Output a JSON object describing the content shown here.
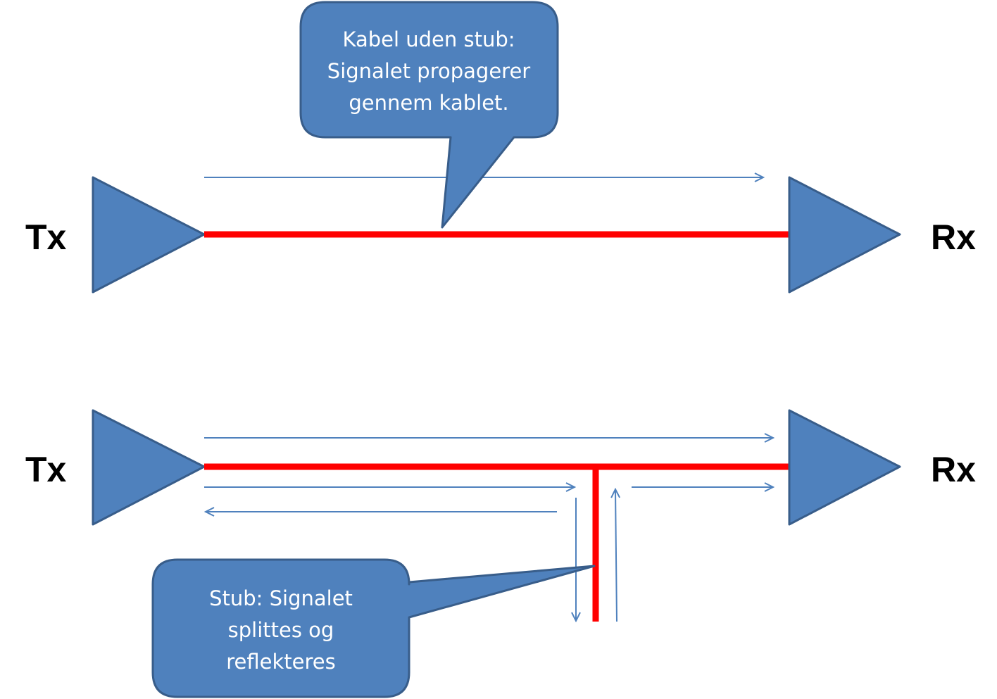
{
  "colors": {
    "shape_fill": "#4f81bd",
    "shape_stroke": "#385d8a",
    "cable": "#ff0000",
    "arrow": "#4f81bd",
    "callout_text": "#ffffff",
    "label_text": "#000000"
  },
  "top_diagram": {
    "tx_label": "Tx",
    "rx_label": "Rx",
    "callout": {
      "lines": [
        "Kabel uden stub:",
        "Signalet propagerer",
        "gennem kablet."
      ]
    },
    "arrows": [
      {
        "name": "forward-signal",
        "direction": "right"
      }
    ]
  },
  "bottom_diagram": {
    "tx_label": "Tx",
    "rx_label": "Rx",
    "callout": {
      "lines": [
        "Stub: Signalet",
        "splittes og",
        "reflekteres"
      ]
    },
    "arrows": [
      {
        "name": "forward-signal",
        "direction": "right"
      },
      {
        "name": "incident-to-stub",
        "direction": "right"
      },
      {
        "name": "reflected-back",
        "direction": "left"
      },
      {
        "name": "into-stub",
        "direction": "down"
      },
      {
        "name": "out-of-stub",
        "direction": "up"
      },
      {
        "name": "continued-to-rx",
        "direction": "right"
      }
    ]
  }
}
